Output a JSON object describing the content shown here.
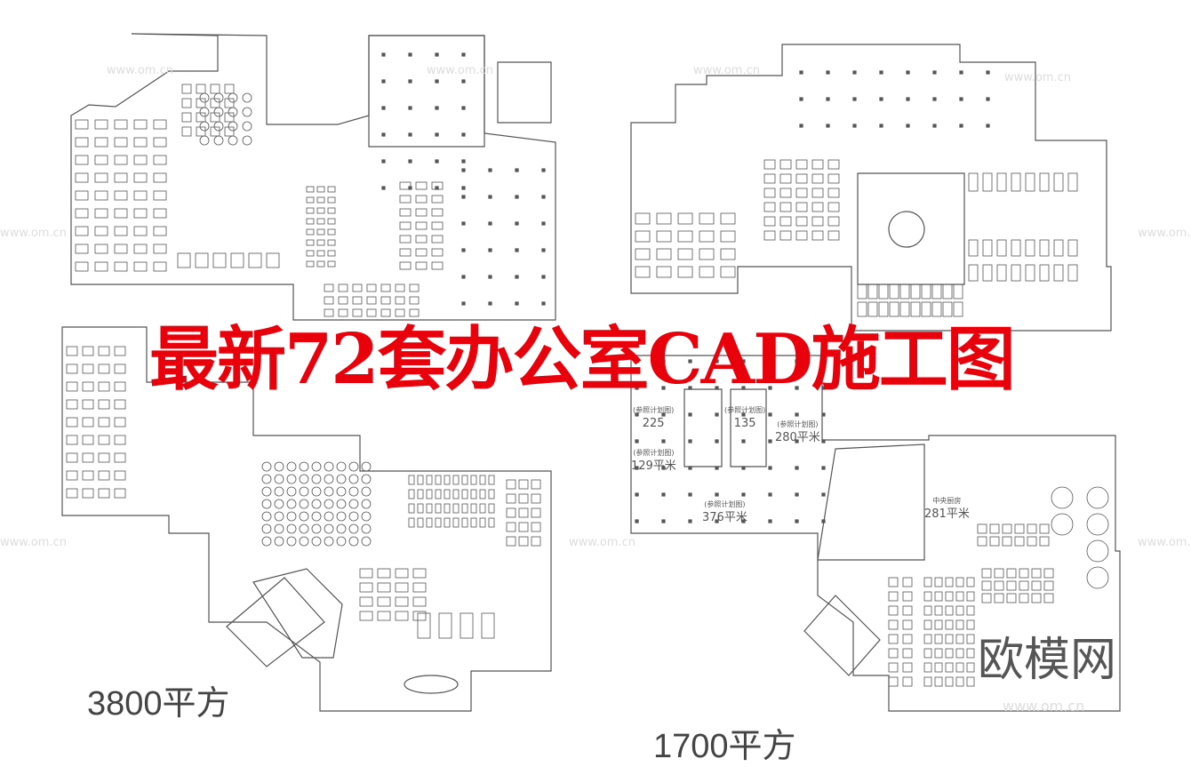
{
  "title": "最新72套办公室CAD施工图",
  "plans": [
    {
      "area_label": "3800平方"
    },
    {
      "area_label": "1700平方"
    }
  ],
  "rooms": [
    {
      "name": "(参照计划图)",
      "area": "225"
    },
    {
      "name": "(参照计划图)",
      "area": "135"
    },
    {
      "name": "(参照计划图)",
      "area": "280平米"
    },
    {
      "name": "(参照计划图)",
      "area": "129平米"
    },
    {
      "name": "(参照计划图)",
      "area": "376平米"
    },
    {
      "name": "中央厨房",
      "area": "281平米"
    }
  ],
  "watermark": {
    "brand": "欧模网",
    "url": "www.om.cn"
  },
  "colors": {
    "title": "#e8000b",
    "lines": "#555555"
  }
}
